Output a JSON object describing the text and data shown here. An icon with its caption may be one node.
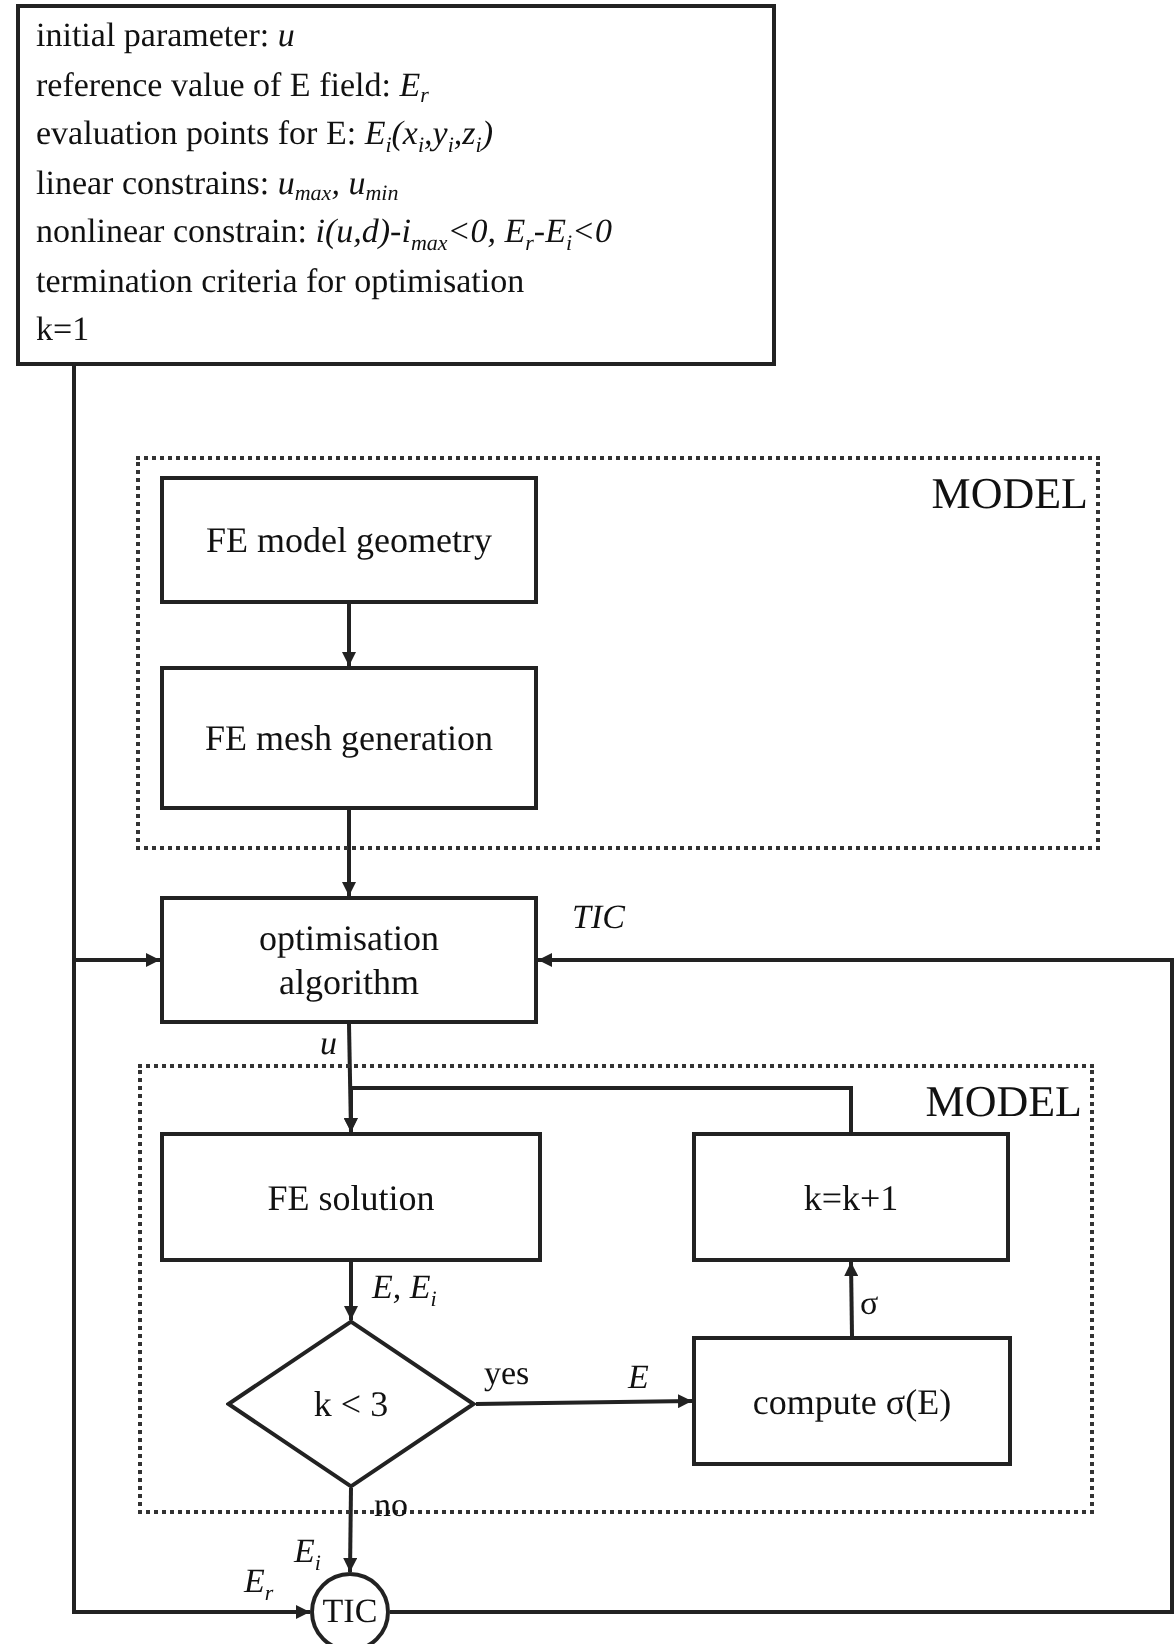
{
  "diagram": {
    "nodes": [
      {
        "text": [
          "initial parameter: *u*",
          "reference value of E field: *E*$_{r}$",
          "evaluation points for E: *E*$_{i}$*(x*$_{i}$*,y*$_{i}$*,z*$_{i}$*)*",
          "linear constrains: *u*$_{max}$*, u*$_{min}$",
          "nonlinear constrain: *i(u,d)-i*$_{max}$*<0, E*$_{r}$*-E*$_{i}$*<0*",
          "termination criteria for optimisation",
          "k=1"
        ]
      },
      {
        "text": [
          "MODEL"
        ]
      },
      {
        "text": [
          "FE model geometry"
        ],
        "in": 1
      },
      {
        "text": [
          "FE mesh generation"
        ],
        "in": 1
      },
      {
        "text": [
          "optimisation algorithm"
        ]
      },
      {
        "text": [
          "MODEL"
        ]
      },
      {
        "text": [
          "FE solution"
        ],
        "in": 5
      },
      {
        "text": [
          "k=k+1"
        ],
        "in": 5
      },
      {
        "text": [
          "k < 3"
        ],
        "in": 5
      },
      {
        "text": [
          "compute σ(E)"
        ],
        "in": 5
      },
      {
        "text": [
          "TIC"
        ]
      }
    ],
    "edges": [
      {
        "from": 2,
        "to": 3,
        "arrow": "to"
      },
      {
        "from": 3,
        "to": 4,
        "arrow": "to"
      },
      {
        "from": 0,
        "to": 4,
        "arrow": "to"
      },
      {
        "from": 4,
        "to": 6,
        "arrow": "to",
        "label": "u"
      },
      {
        "from": 7,
        "to": 6,
        "arrow": "to"
      },
      {
        "from": 6,
        "to": 8,
        "arrow": "to",
        "label": "E, E$_{i}$"
      },
      {
        "from": 8,
        "to": 9,
        "arrow": "to",
        "label": "yes"
      },
      {
        "from": 9,
        "to": 7,
        "arrow": "to",
        "label": "σ"
      },
      {
        "from": 8,
        "to": 10,
        "arrow": "to",
        "label": "no"
      },
      {
        "from": 0,
        "to": 10,
        "arrow": "to",
        "label": "E$_{r}$"
      },
      {
        "from": 10,
        "to": 4,
        "arrow": "to",
        "label": "TIC"
      }
    ],
    "labels": [
      "E",
      "E$_{i}$"
    ]
  }
}
